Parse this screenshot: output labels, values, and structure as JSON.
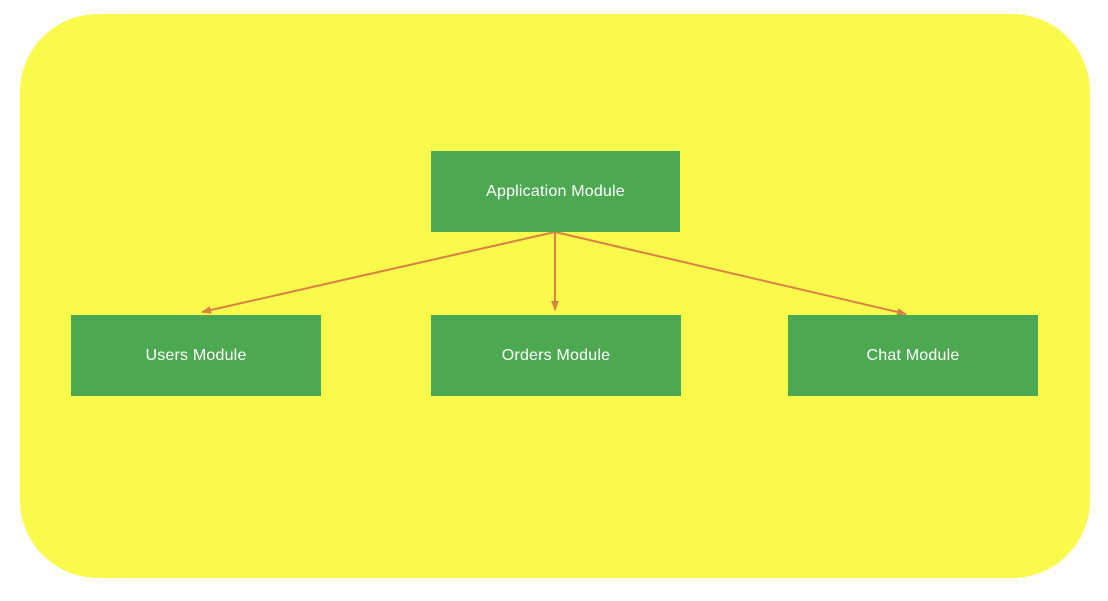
{
  "colors": {
    "page-bg": "#ffffff",
    "canvas-bg": "#FAFA4D",
    "node-bg": "#4DA852",
    "node-text": "#ffffff",
    "arrow": "#D8833F"
  },
  "diagram": {
    "type": "hierarchy",
    "nodes": [
      {
        "id": "application",
        "label": "Application Module"
      },
      {
        "id": "users",
        "label": "Users Module"
      },
      {
        "id": "orders",
        "label": "Orders Module"
      },
      {
        "id": "chat",
        "label": "Chat Module"
      }
    ],
    "edges": [
      {
        "from": "application",
        "to": "users"
      },
      {
        "from": "application",
        "to": "orders"
      },
      {
        "from": "application",
        "to": "chat"
      }
    ]
  }
}
